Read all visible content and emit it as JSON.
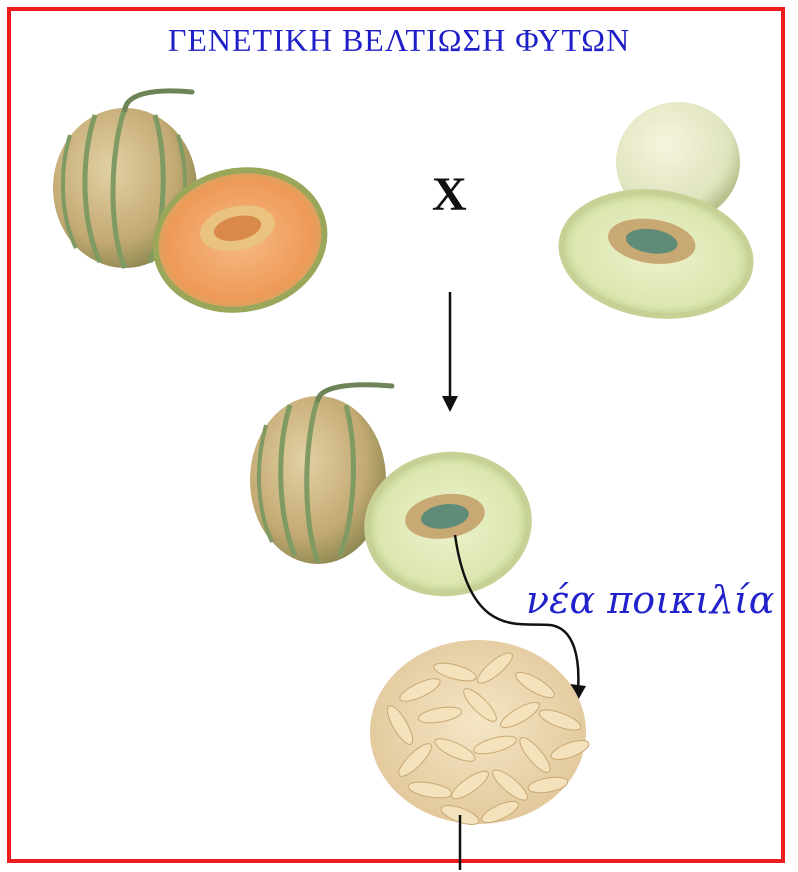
{
  "title": "ΓΕΝΕΤΙΚΗ ΒΕΛΤΙΩΣΗ ΦΥΤΩΝ",
  "cross_symbol": "X",
  "result_label": "νέα ποικιλία",
  "colors": {
    "frame": "#ee1c1c",
    "title": "#1f1fc8",
    "label": "#2222cc",
    "cantaloupe_rind": "#c7b07a",
    "cantaloupe_stripe": "#7f9a62",
    "cantaloupe_flesh": "#f0a060",
    "honeydew_rind": "#e3e8c4",
    "honeydew_flesh": "#dfe8b8",
    "seed": "#f1dcb4"
  },
  "icons": [
    "cantaloupe-melon",
    "honeydew-melon",
    "hybrid-melon",
    "seed-pile",
    "down-arrow",
    "curved-arrow"
  ]
}
